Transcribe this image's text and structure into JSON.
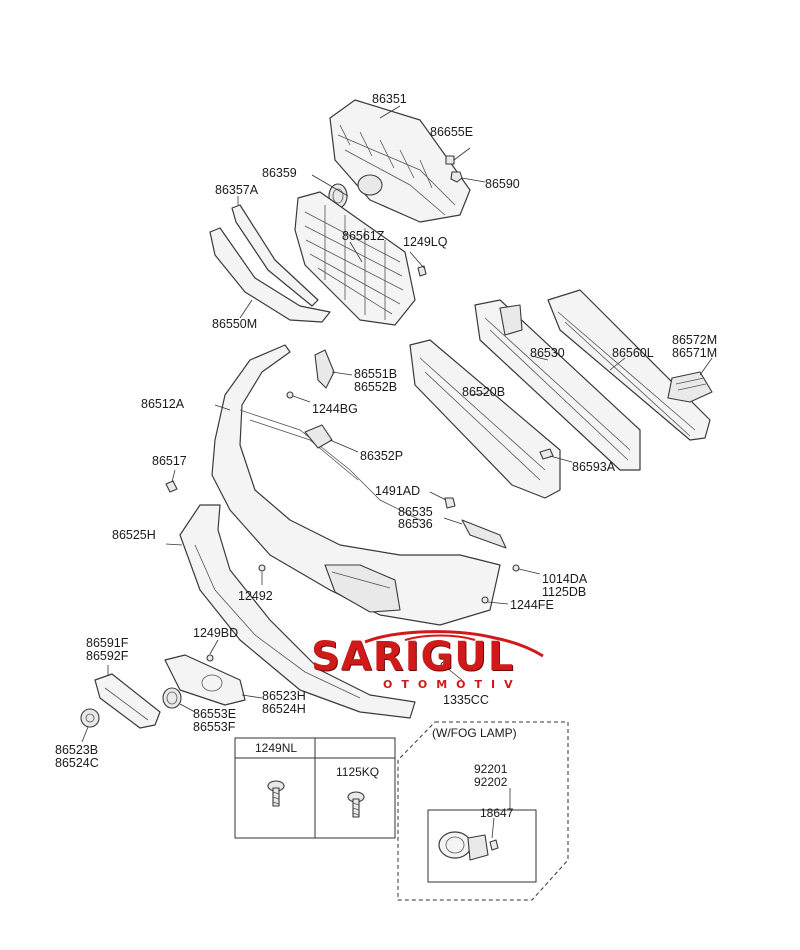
{
  "parts": [
    {
      "id": "p86351",
      "text": "86351"
    },
    {
      "id": "p86655e",
      "text": "86655E"
    },
    {
      "id": "p86359",
      "text": "86359"
    },
    {
      "id": "p86590",
      "text": "86590"
    },
    {
      "id": "p86357a",
      "text": "86357A"
    },
    {
      "id": "p86561z",
      "text": "86561Z"
    },
    {
      "id": "p1249lq",
      "text": "1249LQ"
    },
    {
      "id": "p86550m",
      "text": "86550M"
    },
    {
      "id": "p86572m",
      "text": "86572M"
    },
    {
      "id": "p86571m",
      "text": "86571M"
    },
    {
      "id": "p86530",
      "text": "86530"
    },
    {
      "id": "p86560l",
      "text": "86560L"
    },
    {
      "id": "p86551b",
      "text": "86551B"
    },
    {
      "id": "p86552b",
      "text": "86552B"
    },
    {
      "id": "p86520b",
      "text": "86520B"
    },
    {
      "id": "p86512a",
      "text": "86512A"
    },
    {
      "id": "p1244bg",
      "text": "1244BG"
    },
    {
      "id": "p86352p",
      "text": "86352P"
    },
    {
      "id": "p86593a",
      "text": "86593A"
    },
    {
      "id": "p86517",
      "text": "86517"
    },
    {
      "id": "p1491ad",
      "text": "1491AD"
    },
    {
      "id": "p86535",
      "text": "86535"
    },
    {
      "id": "p86536",
      "text": "86536"
    },
    {
      "id": "p86525h",
      "text": "86525H"
    },
    {
      "id": "p1014da",
      "text": "1014DA"
    },
    {
      "id": "p1125db",
      "text": "1125DB"
    },
    {
      "id": "p12492",
      "text": "12492"
    },
    {
      "id": "p1244fe",
      "text": "1244FE"
    },
    {
      "id": "p86591f",
      "text": "86591F"
    },
    {
      "id": "p86592f",
      "text": "86592F"
    },
    {
      "id": "p1249bd",
      "text": "1249BD"
    },
    {
      "id": "p86523h",
      "text": "86523H"
    },
    {
      "id": "p86524h",
      "text": "86524H"
    },
    {
      "id": "p1335cc",
      "text": "1335CC"
    },
    {
      "id": "p86553e",
      "text": "86553E"
    },
    {
      "id": "p86553f",
      "text": "86553F"
    },
    {
      "id": "p86523b",
      "text": "86523B"
    },
    {
      "id": "p86524c",
      "text": "86524C"
    }
  ],
  "fastener_table": {
    "col1": "1249NL",
    "col2": "1125KQ"
  },
  "fog_lamp_box": {
    "title": "(W/FOG LAMP)",
    "part_a": "92201",
    "part_b": "92202",
    "part_c": "18647"
  },
  "watermark": {
    "brand": "SARIGUL",
    "sub": "OTOMOTIV",
    "color": "#d01a1a"
  }
}
